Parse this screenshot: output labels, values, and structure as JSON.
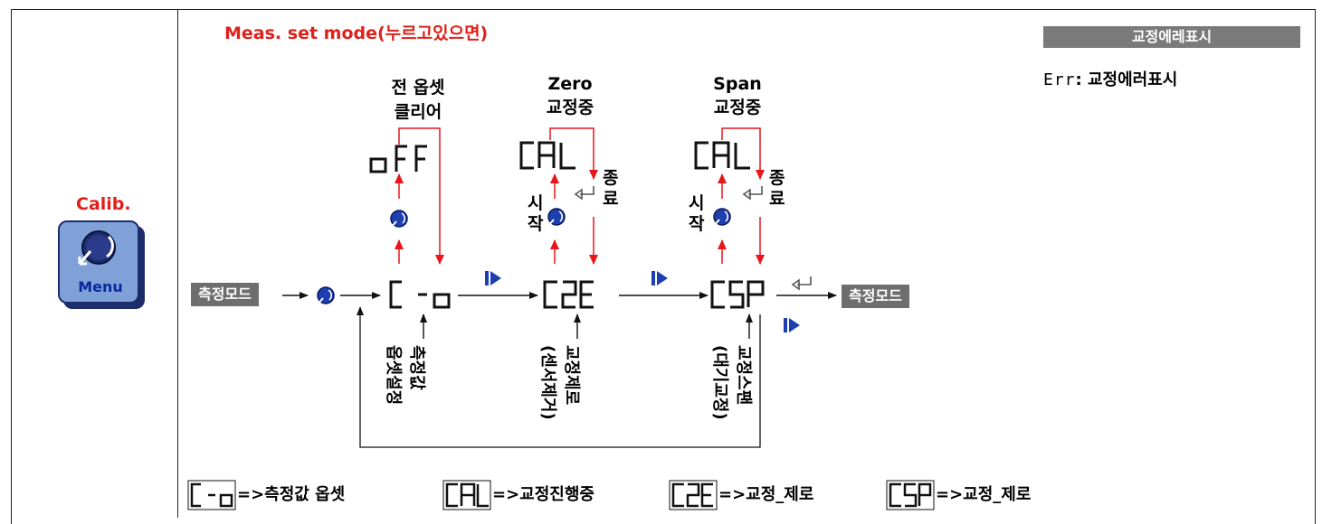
{
  "header": {
    "title": "Meas. set mode(누르고있으면)"
  },
  "error_panel": {
    "bar_label": "교정에레표시",
    "code": "Err",
    "text": ": 교정에러표시"
  },
  "menu": {
    "calib_label": "Calib.",
    "menu_label": "Menu"
  },
  "flow": {
    "start_box": "측정모드",
    "end_box": "측정모드",
    "top_labels": {
      "offset_clear": [
        "전 옵셋",
        "클리어"
      ],
      "zero": [
        "Zero",
        "교정중"
      ],
      "span": [
        "Span",
        "교정중"
      ]
    },
    "side_labels": {
      "start": [
        "시",
        "작"
      ],
      "end": [
        "종",
        "료"
      ]
    },
    "displays": {
      "co": "C-o",
      "off": "oFF",
      "cal": "CAL",
      "c2e": "C2E",
      "csp": "CSP"
    },
    "vertical_labels": {
      "co": [
        "측정값",
        "옵셋설정"
      ],
      "c2e": [
        "교정제로",
        "(센서제거)"
      ],
      "csp": [
        "교정스팬",
        "(대기교정)"
      ]
    }
  },
  "legend": [
    {
      "code": "C-o",
      "text": "=>측정값 옵셋"
    },
    {
      "code": "CAL",
      "text": "=>교정진행중"
    },
    {
      "code": "C2E",
      "text": "=>교정_제로"
    },
    {
      "code": "CSP",
      "text": "=>교정_제로"
    }
  ],
  "colors": {
    "arrow_red": "#e8151b",
    "accent_blue": "#1d3fb0",
    "title_red": "#e0201a",
    "box_gray": "#6e6e6e"
  }
}
